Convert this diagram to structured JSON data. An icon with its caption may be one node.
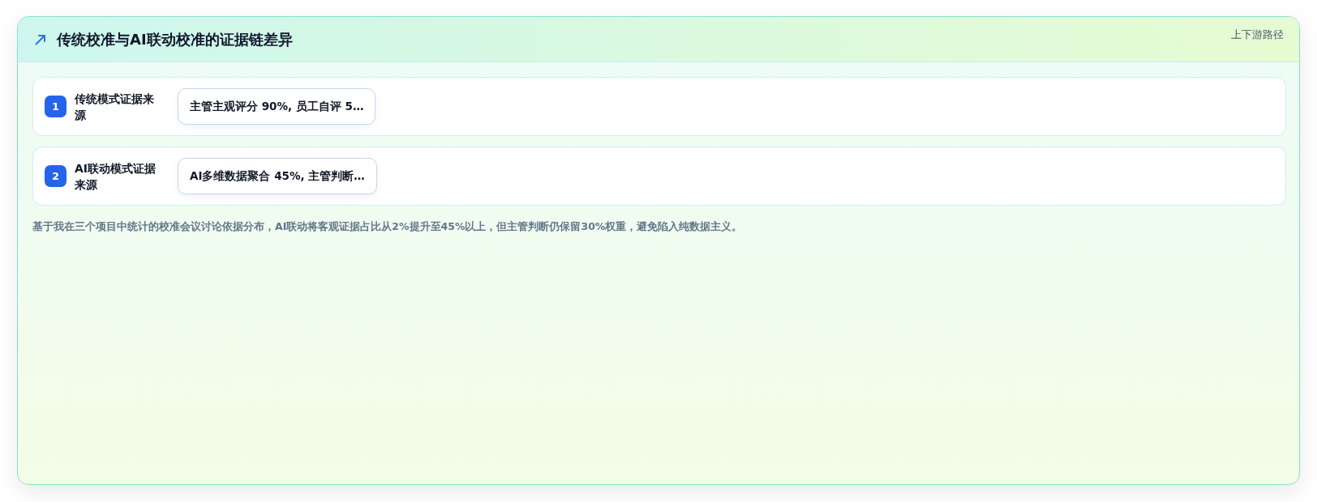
{
  "diagram": {
    "title": "传统校准与AI联动校准的证据链差异",
    "nodes": [
      {
        "text": [
          "传统模式证据来源"
        ]
      },
      {
        "text": [
          "1"
        ],
        "in": 0
      },
      {
        "text": [
          "主管主观评分 90%, 员工自评 5…"
        ],
        "in": 0
      },
      {
        "text": [
          "AI联动模式证据来源"
        ]
      },
      {
        "text": [
          "2"
        ],
        "in": 3
      },
      {
        "text": [
          "AI多维数据聚合 45%, 主管判断…"
        ],
        "in": 3
      }
    ],
    "labels": [
      "上下游路径"
    ],
    "caption": "基于我在三个项目中统计的校准会议讨论依据分布，AI联动将客观证据占比从2%提升至45%以上，但主管判断仍保留30%权重，避免陷入纯数据主义。"
  }
}
